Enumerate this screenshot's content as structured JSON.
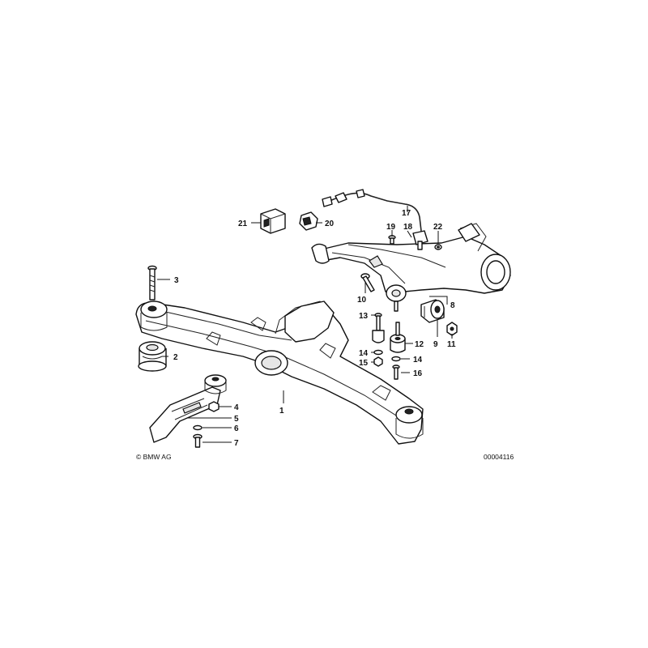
{
  "callouts": [
    "1",
    "2",
    "3",
    "4",
    "5",
    "6",
    "7",
    "8",
    "9",
    "10",
    "11",
    "12",
    "13",
    "14",
    "14",
    "15",
    "16",
    "17",
    "18",
    "19",
    "20",
    "21",
    "22"
  ],
  "copyright": "© BMW AG",
  "diagram_id": "00004116"
}
